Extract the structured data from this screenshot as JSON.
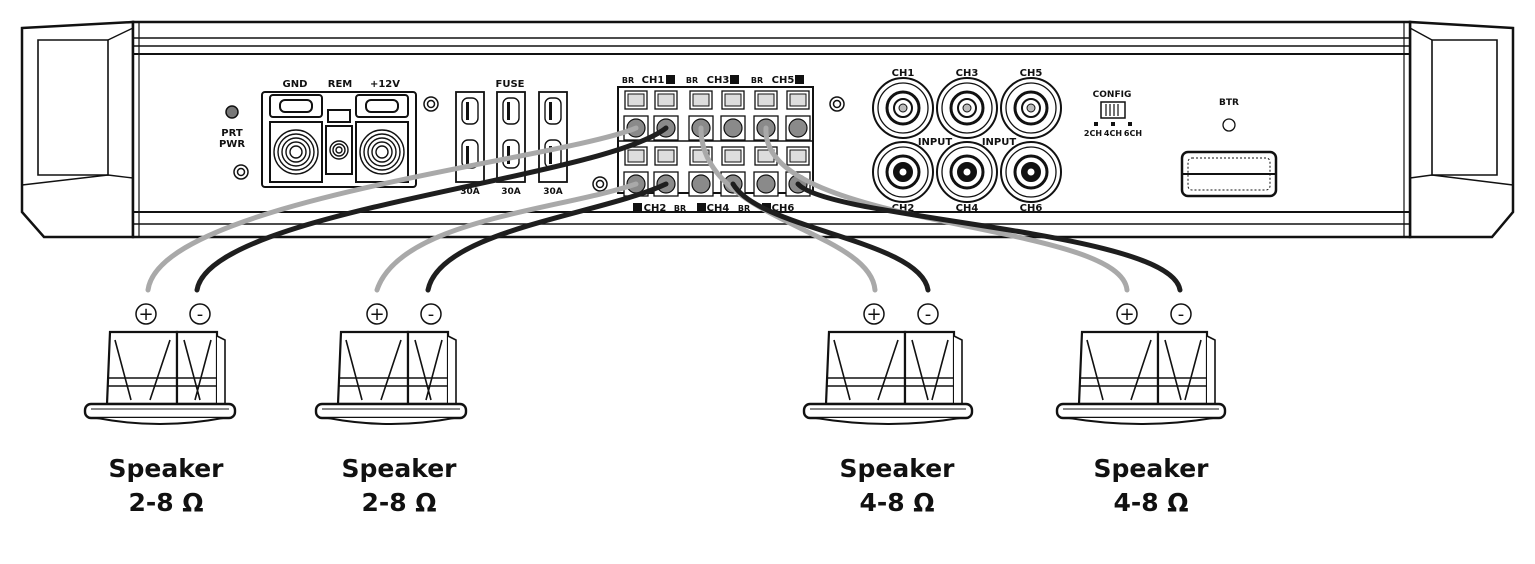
{
  "amplifier": {
    "power_labels": {
      "gnd": "GND",
      "rem": "REM",
      "plus12v": "+12V"
    },
    "prt_pwr": [
      "PRT",
      "PWR"
    ],
    "fuse": {
      "title": "FUSE",
      "ratings": [
        "30A",
        "30A",
        "30A"
      ]
    },
    "terminals": {
      "top_channels": [
        "CH1",
        "CH3",
        "CH5"
      ],
      "bottom_channels": [
        "CH2",
        "CH4",
        "CH6"
      ],
      "br": "BR"
    },
    "rca": {
      "top": [
        "CH1",
        "CH3",
        "CH5"
      ],
      "bottom": [
        "CH2",
        "CH4",
        "CH6"
      ],
      "input_label": "INPUT"
    },
    "config": {
      "title": "CONFIG",
      "options": [
        "2CH",
        "4CH",
        "6CH"
      ]
    },
    "btr": "BTR"
  },
  "speakers": [
    {
      "name": "Speaker",
      "impedance": "2-8 Ω",
      "plus": "+",
      "minus": "-"
    },
    {
      "name": "Speaker",
      "impedance": "2-8 Ω",
      "plus": "+",
      "minus": "-"
    },
    {
      "name": "Speaker",
      "impedance": "4-8 Ω",
      "plus": "+",
      "minus": "-"
    },
    {
      "name": "Speaker",
      "impedance": "4-8 Ω",
      "plus": "+",
      "minus": "-"
    }
  ],
  "colors": {
    "line": "#111111",
    "positive_wire": "#a9a9a9",
    "negative_wire": "#1e1e1e"
  }
}
